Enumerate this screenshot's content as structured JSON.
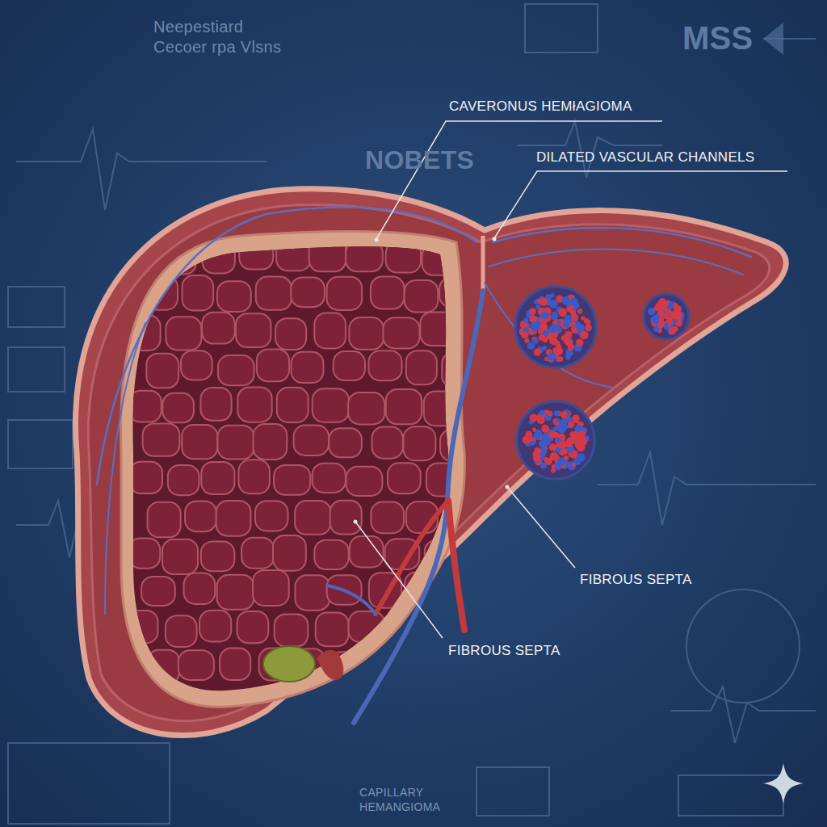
{
  "diagram": {
    "labels": [
      "CAVERONUS HEMłAGIOMA",
      "DILATED VASCULAR CHANNELS",
      "FIBROUS SEPTA",
      "FIBROUS SEPTA",
      "Neepestiard",
      "Cecoer rpa Vlsns",
      "NOBETS",
      "MSS",
      "CAPILLARY HEMANGIOMA"
    ]
  }
}
